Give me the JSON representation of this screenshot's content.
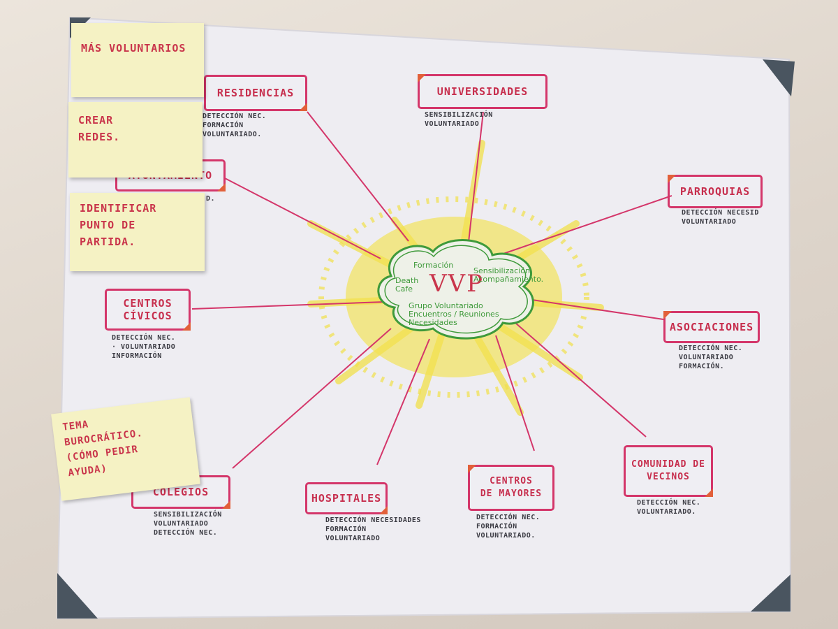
{
  "photo": {
    "center_label": "VVP",
    "cloud_items": {
      "formacion": "Formación",
      "sensibilizacion": "Sensibilización\nAcompañamiento.",
      "death_cafe": "Death\nCafe",
      "grupo": "Grupo Voluntariado\nEncuentros / Reuniones\nNecesidades"
    },
    "nodes": {
      "residencias": {
        "title": "Residencias",
        "details": "Detección nec.\nFormación\nVoluntariado."
      },
      "universidades": {
        "title": "Universidades",
        "details": "Sensibilización\nVoluntariado"
      },
      "ayuntamiento": {
        "title": "Ayuntamiento",
        "details": "D."
      },
      "parroquias": {
        "title": "Parroquias",
        "details": "Detección necesid\nVoluntariado"
      },
      "centros_civicos": {
        "title": "Centros\ncívicos",
        "details": "Detección nec.\n· Voluntariado\nInformación"
      },
      "asociaciones": {
        "title": "Asociaciones",
        "details": "Detección nec.\nVoluntariado\nFormación."
      },
      "colegios": {
        "title": "Colegios",
        "details": "Sensibilización\nVoluntariado\nDetección nec."
      },
      "hospitales": {
        "title": "Hospitales",
        "details": "Detección necesidades\nFormación\nVoluntariado"
      },
      "centros_mayores": {
        "title": "Centros\nde mayores",
        "details": "Detección nec.\nFormación\nVoluntariado."
      },
      "comunidad_vecinos": {
        "title": "Comunidad de\nvecinos",
        "details": "Detección nec.\nVoluntariado."
      }
    },
    "sticky_notes": {
      "mas_voluntarios": "Más voluntarios",
      "crear_redes": "Crear\n   redes.",
      "identificar": "Identificar\npunto de\npartida.",
      "tema_burocratico": "Tema\n burocrático.\n (cómo pedir\n   ayuda)"
    },
    "colors": {
      "marker_pink": "#d4366a",
      "marker_orange": "#e2603a",
      "highlighter_yellow": "#f1e04a",
      "marker_green": "#3f9a3b",
      "sticky": "#f5f2c4",
      "paper": "#eeedf2",
      "tape": "#4a5560"
    }
  }
}
